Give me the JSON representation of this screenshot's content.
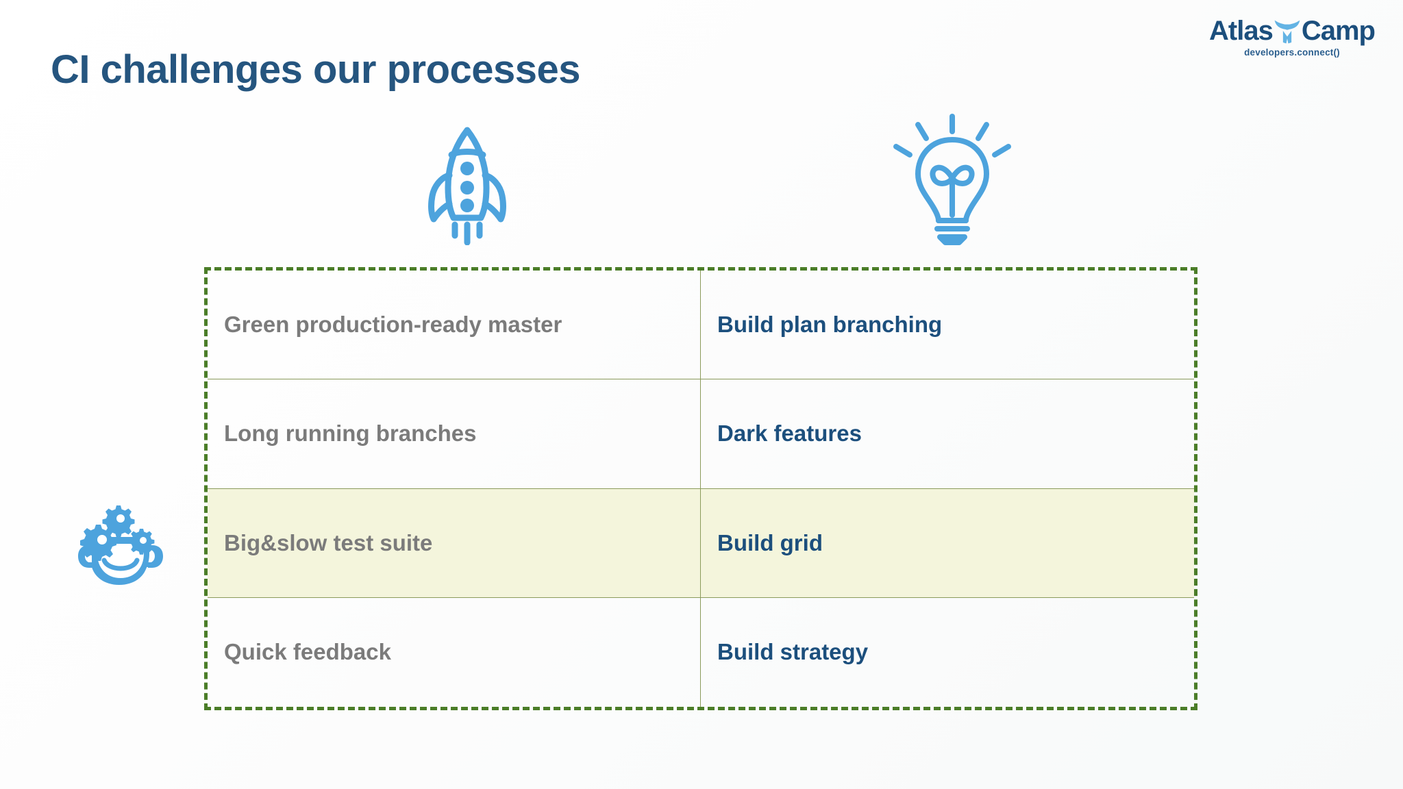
{
  "slide": {
    "title": "CI challenges our processes",
    "background_color": "#ffffff"
  },
  "brand": {
    "word_left": "Atlas",
    "word_right": "Camp",
    "tagline": "developers.connect()",
    "mark_icon": "atlas-figure-icon",
    "color_dark": "#1c4f7d",
    "color_light": "#4da3dd"
  },
  "decorations": [
    {
      "name": "rocket-icon",
      "label": "rocket"
    },
    {
      "name": "lightbulb-icon",
      "label": "lightbulb"
    },
    {
      "name": "thinking-head-icon",
      "label": "head with gears"
    }
  ],
  "colors": {
    "title": "#25557f",
    "challenge_text": "#7b7b7b",
    "solution_text": "#1c4f7d",
    "table_border": "#4b7d28",
    "grid_line": "#8a9a5b",
    "highlight_row": "#f4f5dc",
    "icon_blue": "#4da3dd"
  },
  "table": {
    "rows": [
      {
        "challenge": "Green production-ready master",
        "solution": "Build plan branching",
        "highlighted": false
      },
      {
        "challenge": "Long running branches",
        "solution": "Dark features",
        "highlighted": false
      },
      {
        "challenge": "Big&slow test suite",
        "solution": "Build grid",
        "highlighted": true
      },
      {
        "challenge": "Quick feedback",
        "solution": "Build strategy",
        "highlighted": false
      }
    ]
  }
}
